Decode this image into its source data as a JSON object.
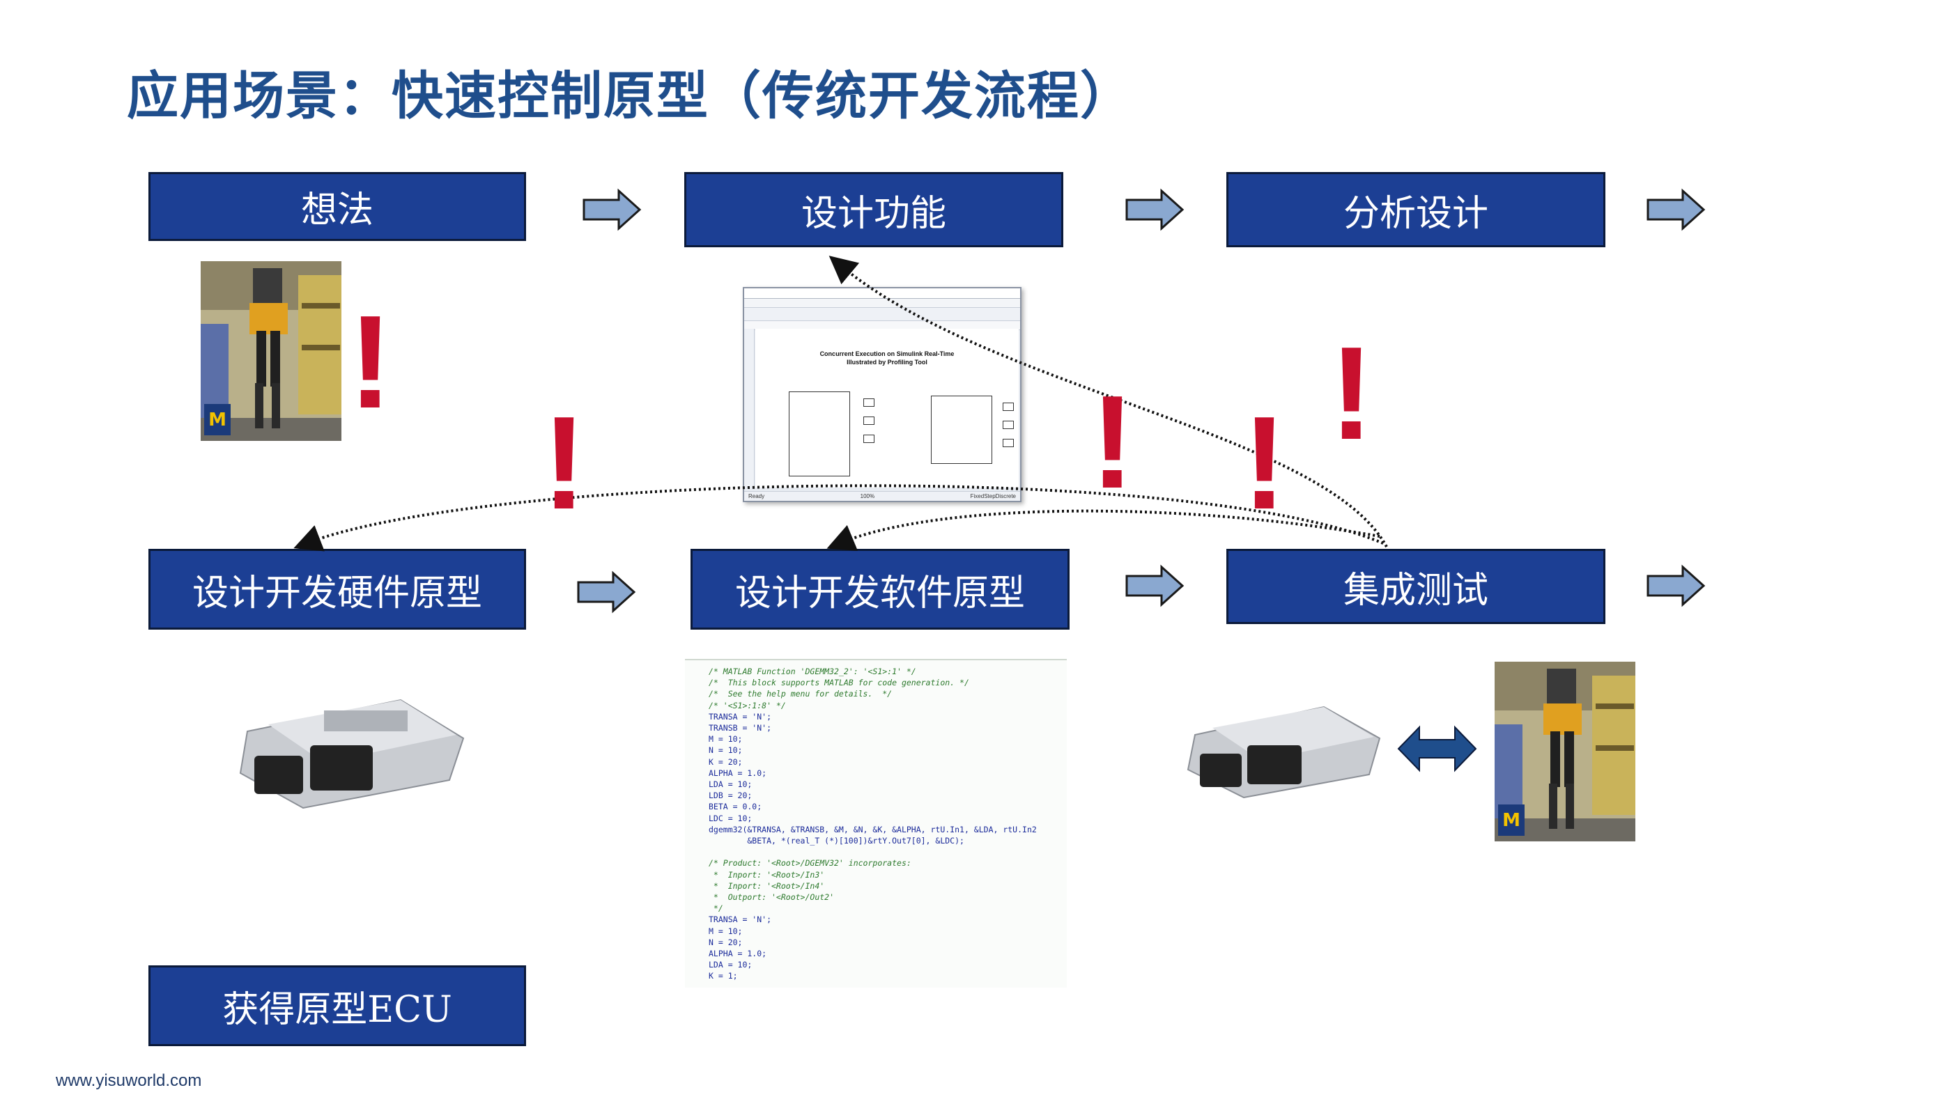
{
  "title": "应用场景：快速控制原型（传统开发流程）",
  "boxes": {
    "idea": "想法",
    "design_function": "设计功能",
    "analysis_design": "分析设计",
    "hw_prototype": "设计开发硬件原型",
    "sw_prototype": "设计开发软件原型",
    "integration_test": "集成测试",
    "get_ecu": "获得原型ECU"
  },
  "footer": "www.yisuworld.com",
  "simulink": {
    "title_line1": "Concurrent Execution on Simulink Real-Time",
    "title_line2": "Illustrated by Profiling Tool",
    "status_left": "Ready",
    "status_mid": "100%",
    "status_right": "FixedStepDiscrete"
  },
  "code_lines": [
    {
      "text": "/* MATLAB Function 'DGEMM32_2': '<S1>:1' */",
      "comment": true
    },
    {
      "text": "/*  This block supports MATLAB for code generation. */",
      "comment": true
    },
    {
      "text": "/*  See the help menu for details.  */",
      "comment": true
    },
    {
      "text": "/* '<S1>:1:8' */",
      "comment": true
    },
    {
      "text": "TRANSA = 'N';",
      "comment": false
    },
    {
      "text": "TRANSB = 'N';",
      "comment": false
    },
    {
      "text": "M = 10;",
      "comment": false
    },
    {
      "text": "N = 10;",
      "comment": false
    },
    {
      "text": "K = 20;",
      "comment": false
    },
    {
      "text": "ALPHA = 1.0;",
      "comment": false
    },
    {
      "text": "LDA = 10;",
      "comment": false
    },
    {
      "text": "LDB = 20;",
      "comment": false
    },
    {
      "text": "BETA = 0.0;",
      "comment": false
    },
    {
      "text": "LDC = 10;",
      "comment": false
    },
    {
      "text": "dgemm32(&TRANSA, &TRANSB, &M, &N, &K, &ALPHA, rtU.In1, &LDA, rtU.In2",
      "comment": false
    },
    {
      "text": "        &BETA, *(real_T (*)[100])&rtY.Out7[0], &LDC);",
      "comment": false
    },
    {
      "text": "",
      "comment": false
    },
    {
      "text": "/* Product: '<Root>/DGEMV32' incorporates:",
      "comment": true
    },
    {
      "text": " *  Inport: '<Root>/In3'",
      "comment": true
    },
    {
      "text": " *  Inport: '<Root>/In4'",
      "comment": true
    },
    {
      "text": " *  Outport: '<Root>/Out2'",
      "comment": true
    },
    {
      "text": " */",
      "comment": true
    },
    {
      "text": "TRANSA = 'N';",
      "comment": false
    },
    {
      "text": "M = 10;",
      "comment": false
    },
    {
      "text": "N = 20;",
      "comment": false
    },
    {
      "text": "ALPHA = 1.0;",
      "comment": false
    },
    {
      "text": "LDA = 10;",
      "comment": false
    },
    {
      "text": "K = 1;",
      "comment": false
    }
  ],
  "colors": {
    "box_fill": "#1c3f94",
    "title": "#1f4e8c",
    "arrow_fill": "#8aa8d0",
    "exclamation": "#c8102e",
    "double_arrow": "#1f4e8c"
  }
}
